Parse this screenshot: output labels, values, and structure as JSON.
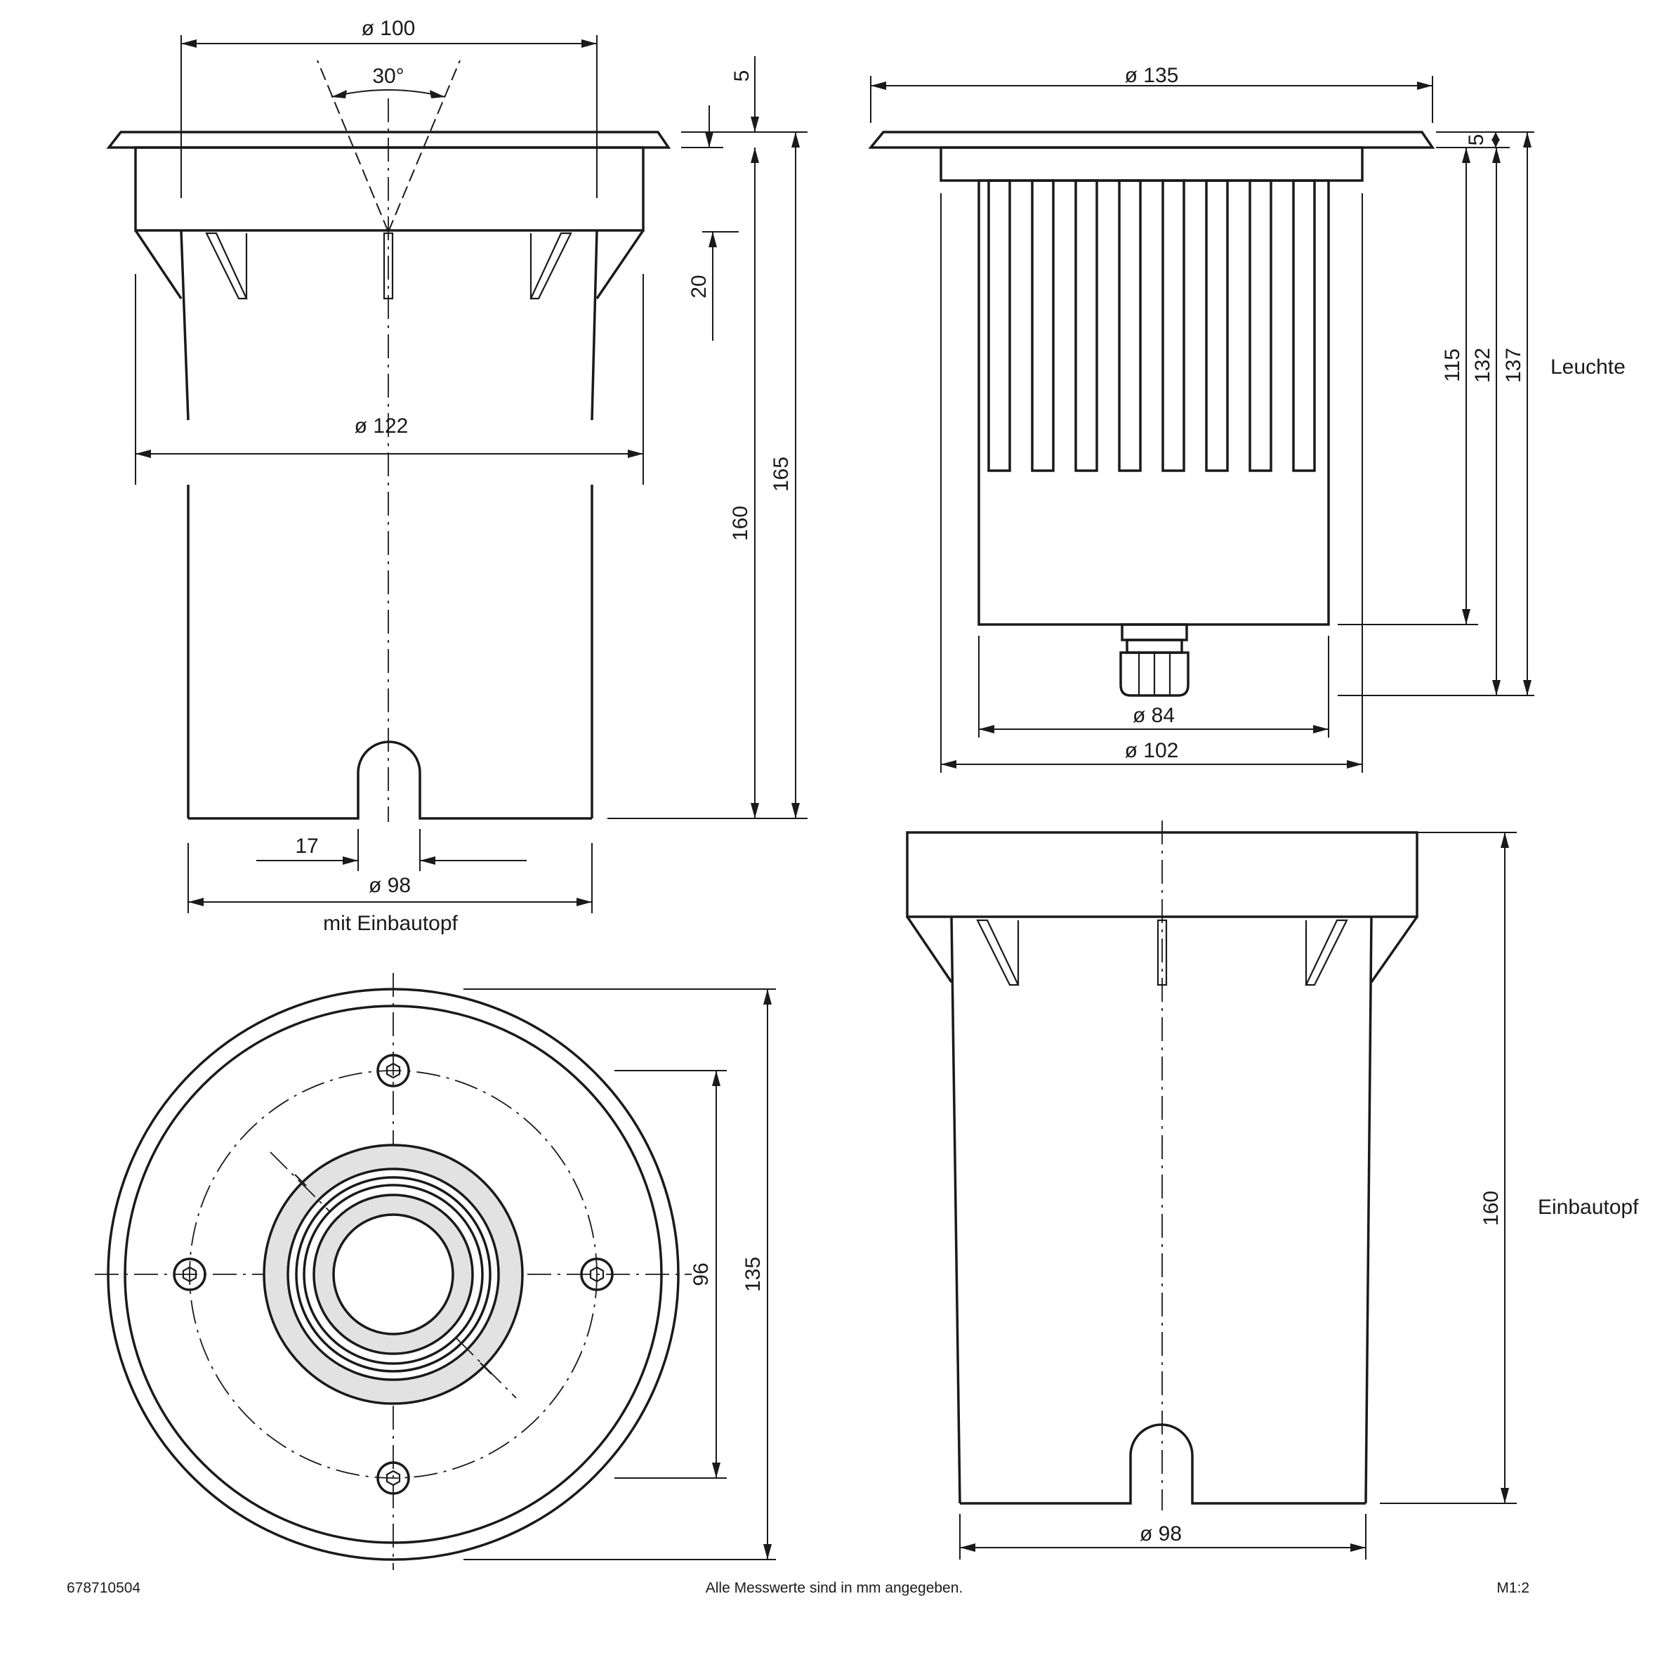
{
  "views": {
    "side_with_housing": {
      "caption": "mit Einbautopf",
      "dims": {
        "beam_dia": "ø 100",
        "beam_angle": "30°",
        "flange_thickness": "5",
        "rib_depth": "20",
        "flange_body_dia": "ø 122",
        "height_body": "160",
        "height_total": "165",
        "notch_width": "17",
        "housing_dia": "ø 98"
      }
    },
    "luminaire": {
      "caption": "Leuchte",
      "dims": {
        "flange_dia": "ø 135",
        "flange_thickness": "5",
        "body_height": "115",
        "height_132": "132",
        "height_137": "137",
        "body_dia": "ø 84",
        "collar_dia": "ø 102"
      }
    },
    "top_view": {
      "dims": {
        "bolt_circle": "96",
        "outer_dia": "135"
      }
    },
    "housing": {
      "caption": "Einbautopf",
      "dims": {
        "height": "160",
        "dia": "ø 98"
      }
    }
  },
  "footer": {
    "article_number": "678710504",
    "note": "Alle Messwerte sind in mm angegeben.",
    "scale": "M1:2"
  }
}
